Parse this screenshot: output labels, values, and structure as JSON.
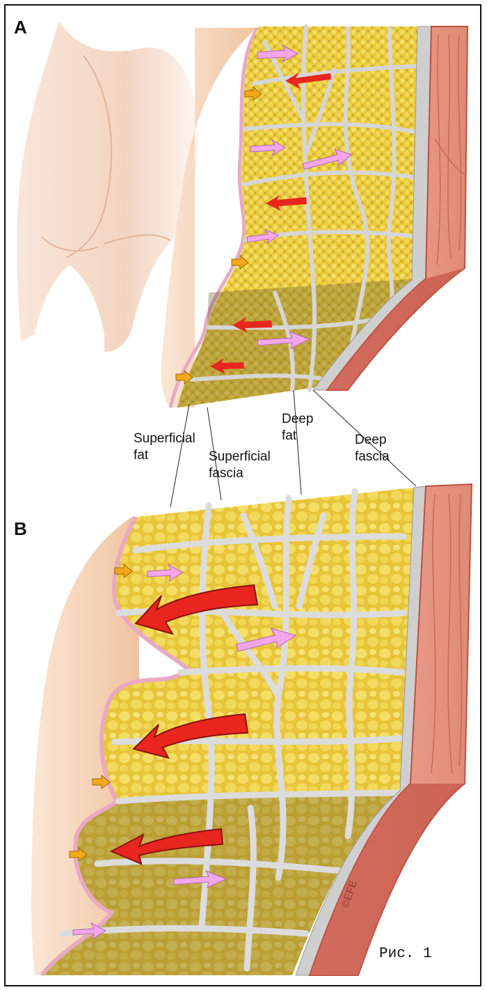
{
  "panels": {
    "a": "A",
    "b": "B"
  },
  "labels": {
    "superficial_fat": "Superficial\nfat",
    "superficial_fascia": "Superficial\nfascia",
    "deep_fat": "Deep\nfat",
    "deep_fascia": "Deep\nfascia"
  },
  "signature": "©EFE",
  "caption": "Рис. 1",
  "colors": {
    "fat": "#e9c93a",
    "fat_shade": "#b8962c",
    "fascia": "#dedede",
    "muscle": "#e89a88",
    "muscle_dark": "#c85a4c",
    "skin": "#f3cdb0",
    "skin_edge": "#e8aac3",
    "red_arrow": "#e8261e",
    "pink_arrow": "#f2a6ec",
    "orange_arrow": "#f4a81a"
  }
}
